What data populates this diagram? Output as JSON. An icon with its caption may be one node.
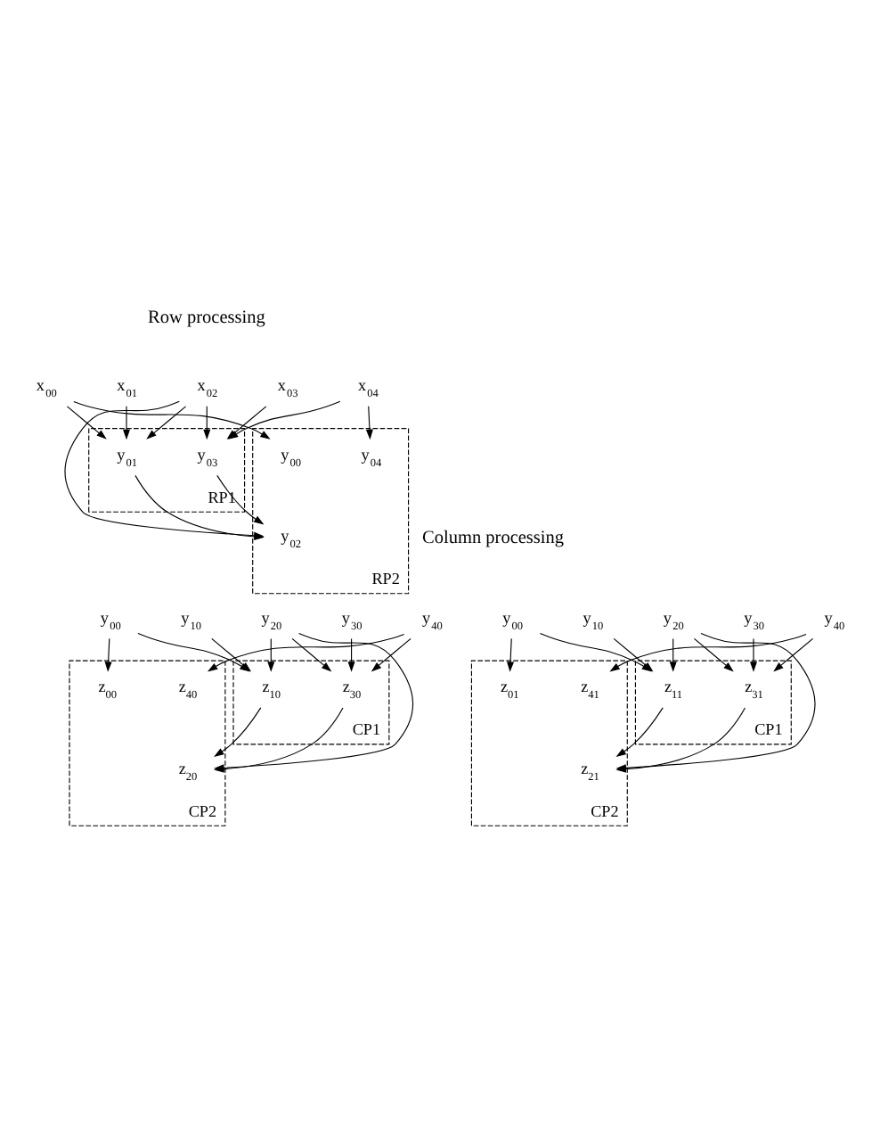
{
  "diagram": {
    "nodes": [
      {
        "text": [
          "x$_{00}$"
        ]
      },
      {
        "text": [
          "x$_{01}$"
        ]
      },
      {
        "text": [
          "x$_{02}$"
        ]
      },
      {
        "text": [
          "x$_{03}$"
        ]
      },
      {
        "text": [
          "x$_{04}$"
        ]
      },
      {
        "text": [
          "RP1"
        ]
      },
      {
        "text": [
          "y$_{01}$"
        ],
        "in": 5
      },
      {
        "text": [
          "y$_{03}$"
        ],
        "in": 5
      },
      {
        "text": [
          "RP2"
        ]
      },
      {
        "text": [
          "y$_{00}$"
        ],
        "in": 8
      },
      {
        "text": [
          "y$_{02}$"
        ],
        "in": 8
      },
      {
        "text": [
          "y$_{04}$"
        ],
        "in": 8
      },
      {
        "text": [
          "CP1"
        ]
      },
      {
        "text": [
          "CP2"
        ]
      },
      {
        "text": [
          "CP1"
        ]
      },
      {
        "text": [
          "CP2"
        ]
      },
      {
        "text": [
          "y$_{00}$"
        ]
      },
      {
        "text": [
          "y$_{10}$"
        ]
      },
      {
        "text": [
          "y$_{20}$"
        ]
      },
      {
        "text": [
          "y$_{30}$"
        ]
      },
      {
        "text": [
          "y$_{40}$"
        ]
      },
      {
        "text": [
          "z$_{10}$"
        ],
        "in": 12
      },
      {
        "text": [
          "z$_{30}$"
        ],
        "in": 12
      },
      {
        "text": [
          "z$_{00}$"
        ],
        "in": 13
      },
      {
        "text": [
          "z$_{20}$"
        ],
        "in": 13
      },
      {
        "text": [
          "z$_{40}$"
        ],
        "in": 13
      },
      {
        "text": [
          "y$_{00}$"
        ]
      },
      {
        "text": [
          "y$_{10}$"
        ]
      },
      {
        "text": [
          "y$_{20}$"
        ]
      },
      {
        "text": [
          "y$_{30}$"
        ]
      },
      {
        "text": [
          "y$_{40}$"
        ]
      },
      {
        "text": [
          "z$_{11}$"
        ],
        "in": 14
      },
      {
        "text": [
          "z$_{31}$"
        ],
        "in": 14
      },
      {
        "text": [
          "z$_{01}$"
        ],
        "in": 15
      },
      {
        "text": [
          "z$_{21}$"
        ],
        "in": 15
      },
      {
        "text": [
          "z$_{41}$"
        ],
        "in": 15
      }
    ],
    "edges": [
      {
        "from": 0,
        "to": 9,
        "arrow": "to"
      },
      {
        "from": 0,
        "to": 6,
        "arrow": "to"
      },
      {
        "from": 1,
        "to": 6,
        "arrow": "to"
      },
      {
        "from": 2,
        "to": 6,
        "arrow": "to"
      },
      {
        "from": 2,
        "to": 10,
        "arrow": "to"
      },
      {
        "from": 2,
        "to": 7,
        "arrow": "to"
      },
      {
        "from": 3,
        "to": 7,
        "arrow": "to"
      },
      {
        "from": 4,
        "to": 7,
        "arrow": "to"
      },
      {
        "from": 4,
        "to": 11,
        "arrow": "to"
      },
      {
        "from": 6,
        "to": 10,
        "arrow": "to"
      },
      {
        "from": 7,
        "to": 10,
        "arrow": "to"
      },
      {
        "from": 16,
        "to": 23,
        "arrow": "to"
      },
      {
        "from": 16,
        "to": 21,
        "arrow": "to"
      },
      {
        "from": 17,
        "to": 21,
        "arrow": "to"
      },
      {
        "from": 18,
        "to": 21,
        "arrow": "to"
      },
      {
        "from": 18,
        "to": 24,
        "arrow": "to"
      },
      {
        "from": 18,
        "to": 22,
        "arrow": "to"
      },
      {
        "from": 19,
        "to": 22,
        "arrow": "to"
      },
      {
        "from": 20,
        "to": 22,
        "arrow": "to"
      },
      {
        "from": 20,
        "to": 25,
        "arrow": "to"
      },
      {
        "from": 21,
        "to": 24,
        "arrow": "to"
      },
      {
        "from": 22,
        "to": 24,
        "arrow": "to"
      },
      {
        "from": 26,
        "to": 33,
        "arrow": "to"
      },
      {
        "from": 26,
        "to": 31,
        "arrow": "to"
      },
      {
        "from": 27,
        "to": 31,
        "arrow": "to"
      },
      {
        "from": 28,
        "to": 31,
        "arrow": "to"
      },
      {
        "from": 28,
        "to": 34,
        "arrow": "to"
      },
      {
        "from": 28,
        "to": 32,
        "arrow": "to"
      },
      {
        "from": 29,
        "to": 32,
        "arrow": "to"
      },
      {
        "from": 30,
        "to": 32,
        "arrow": "to"
      },
      {
        "from": 30,
        "to": 35,
        "arrow": "to"
      },
      {
        "from": 31,
        "to": 34,
        "arrow": "to"
      },
      {
        "from": 32,
        "to": 34,
        "arrow": "to"
      }
    ],
    "labels": [
      "Row processing",
      "Column processing"
    ]
  }
}
